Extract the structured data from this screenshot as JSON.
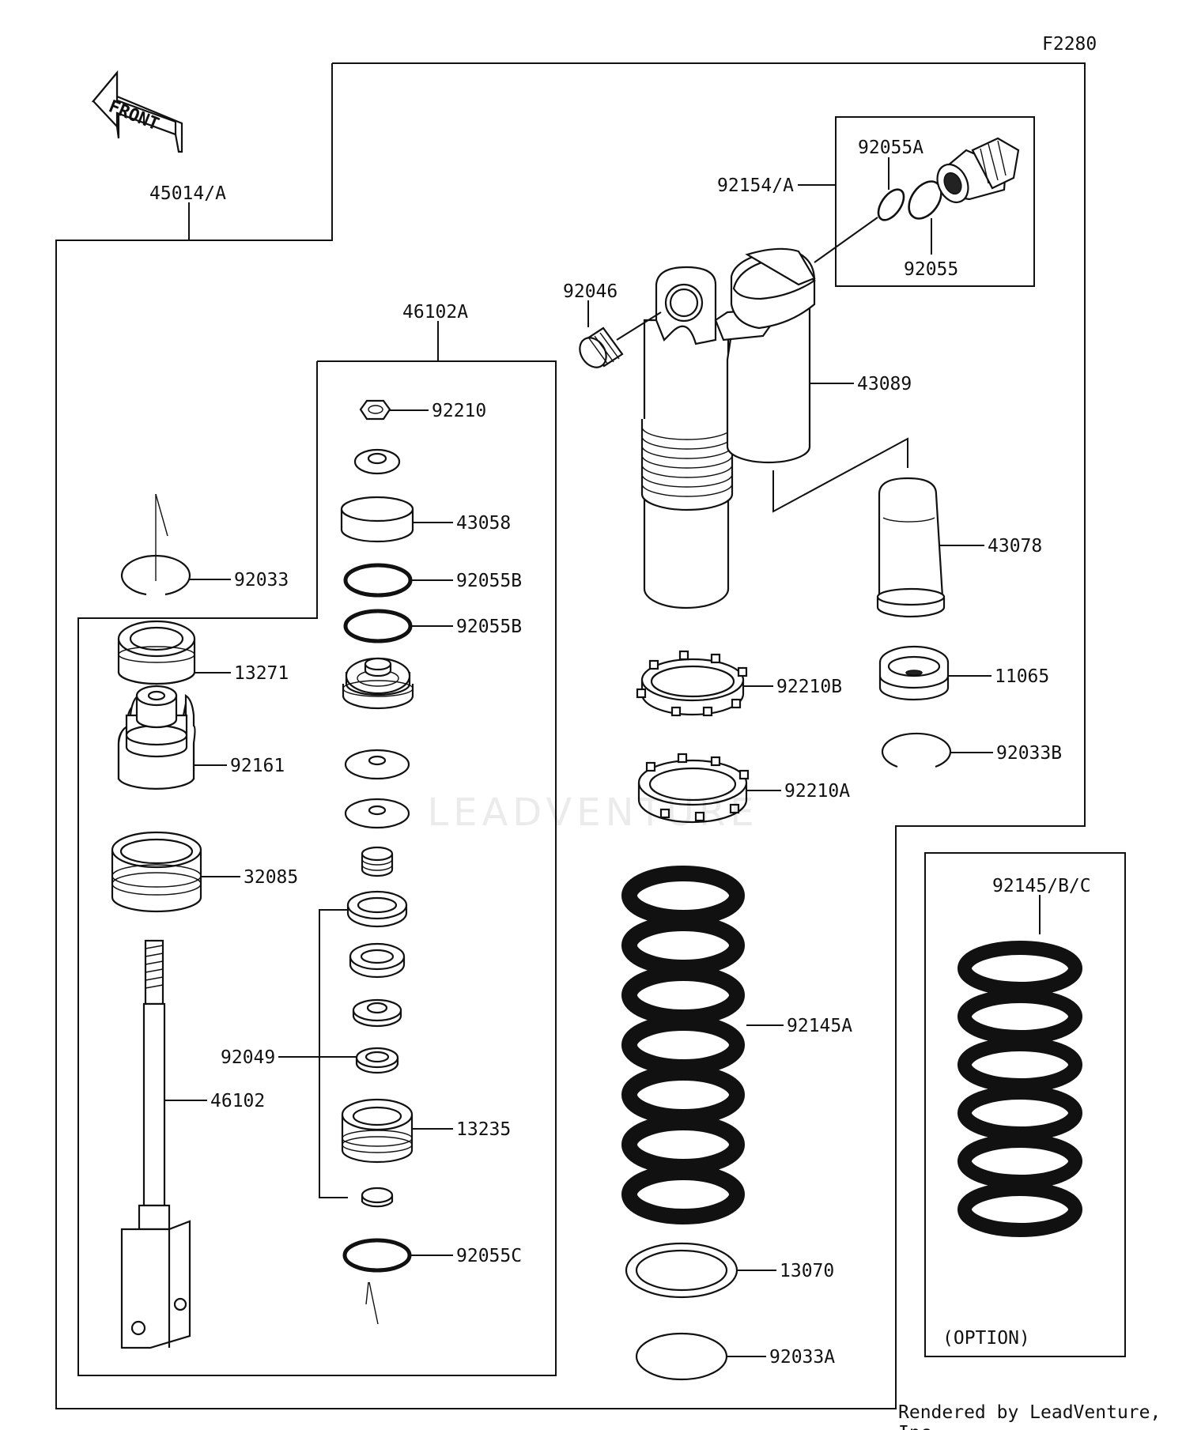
{
  "diagram_code": "F2280",
  "front_arrow_label": "FRONT",
  "watermark": "LEADVENTURE",
  "footer": "Rendered by LeadVenture, Inc.",
  "parts": {
    "p45014A": "45014/A",
    "p46102A": "46102A",
    "p92210": "92210",
    "p43058": "43058",
    "p92055B_1": "92055B",
    "p92055B_2": "92055B",
    "p92033": "92033",
    "p13271": "13271",
    "p92161": "92161",
    "p32085": "32085",
    "p92049": "92049",
    "p46102": "46102",
    "p13235": "13235",
    "p92055C": "92055C",
    "p92046": "92046",
    "p92154A": "92154/A",
    "p92055A": "92055A",
    "p92055": "92055",
    "p43089": "43089",
    "p43078": "43078",
    "p92210B": "92210B",
    "p11065": "11065",
    "p92033B": "92033B",
    "p92210A": "92210A",
    "p92145A": "92145A",
    "p13070": "13070",
    "p92033A": "92033A",
    "p92145BC": "92145/B/C"
  },
  "option_note": "(OPTION)"
}
